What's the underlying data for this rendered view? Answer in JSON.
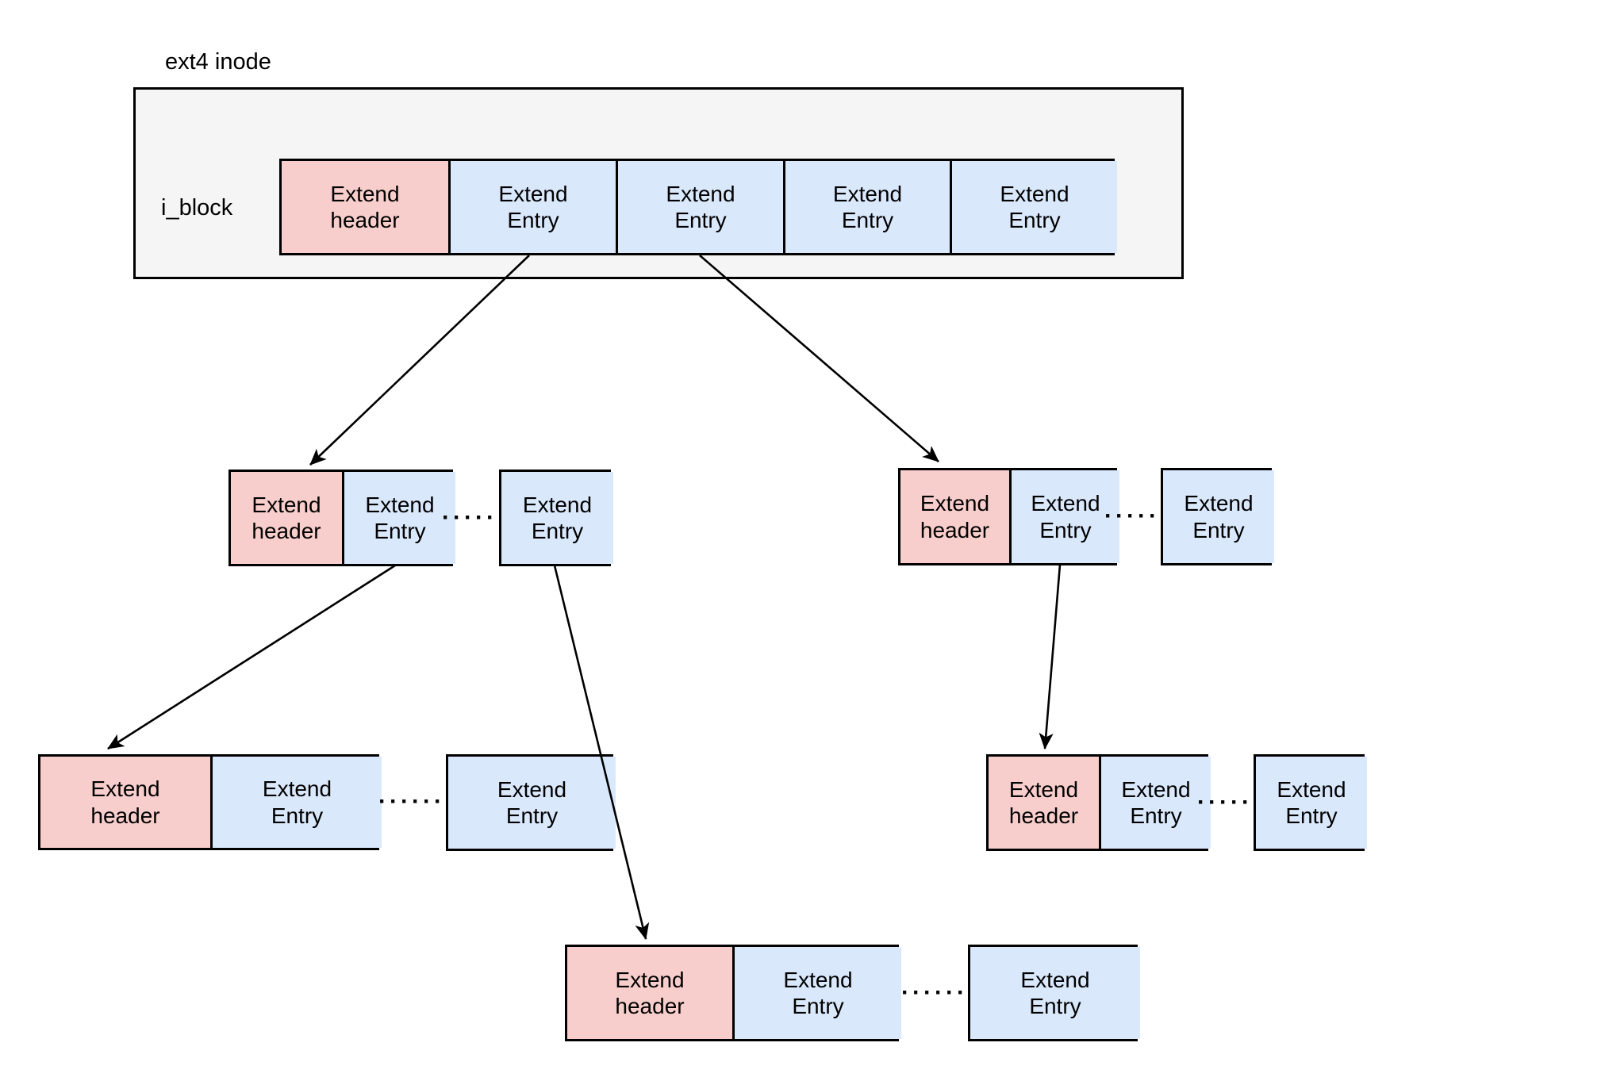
{
  "diagram": {
    "title": "ext4 inode",
    "inode_field_label": "i_block",
    "ellipsis": "······"
  },
  "labels": {
    "extend_header": "Extend\nheader",
    "extend_entry": "Extend\nEntry"
  },
  "colors": {
    "header-fill": "#f8cecc",
    "entry-fill": "#dae8fc",
    "inode-fill": "#f5f5f5",
    "border": "#000000",
    "background": "#ffffff",
    "text": "#000000"
  },
  "structure": {
    "inode": {
      "label": "ext4 inode",
      "field": "i_block",
      "cells": [
        "Extend header",
        "Extend Entry",
        "Extend Entry",
        "Extend Entry",
        "Extend Entry"
      ]
    },
    "index_nodes": [
      {
        "id": "node-mid-left",
        "level": 2,
        "cells": [
          "Extend header",
          "Extend Entry"
        ],
        "ellipsis": true,
        "trailing_cell": "Extend Entry"
      },
      {
        "id": "node-mid-right",
        "level": 2,
        "cells": [
          "Extend header",
          "Extend Entry"
        ],
        "ellipsis": true,
        "trailing_cell": "Extend Entry"
      },
      {
        "id": "leaf-left",
        "level": 3,
        "cells": [
          "Extend header",
          "Extend Entry"
        ],
        "ellipsis": true,
        "trailing_cell": "Extend Entry"
      },
      {
        "id": "leaf-right",
        "level": 3,
        "cells": [
          "Extend header",
          "Extend Entry"
        ],
        "ellipsis": true,
        "trailing_cell": "Extend Entry"
      },
      {
        "id": "leaf-bottom",
        "level": 3,
        "cells": [
          "Extend header",
          "Extend Entry"
        ],
        "ellipsis": true,
        "trailing_cell": "Extend Entry"
      }
    ],
    "arrows": [
      {
        "from": "inode.entry-1",
        "to": "node-mid-left.header"
      },
      {
        "from": "inode.entry-2",
        "to": "node-mid-right.header"
      },
      {
        "from": "node-mid-left.entry",
        "to": "leaf-left.header"
      },
      {
        "from": "node-mid-left.trailing",
        "to": "leaf-bottom.header"
      },
      {
        "from": "node-mid-right.entry",
        "to": "leaf-right.header"
      }
    ]
  }
}
